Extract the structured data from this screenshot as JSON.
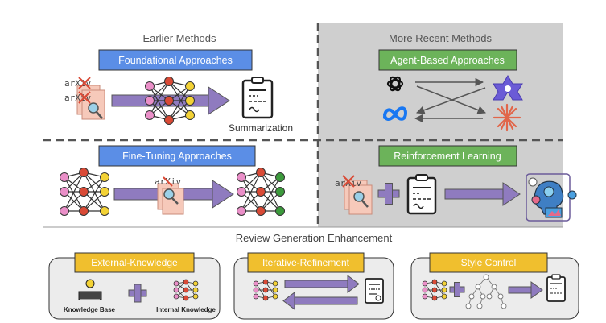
{
  "panels": {
    "earlier_methods": {
      "title": "Earlier Methods",
      "foundational": {
        "label": "Foundational Approaches",
        "caption": "Summarization"
      },
      "fine_tuning": {
        "label": "Fine-Tuning Approaches"
      }
    },
    "recent_methods": {
      "title": "More Recent Methods",
      "agent_based": {
        "label": "Agent-Based Approaches"
      },
      "reinforcement": {
        "label": "Reinforcement Learning"
      }
    }
  },
  "arxiv_text": "arXiv",
  "enhancement": {
    "title": "Review Generation Enhancement",
    "external_knowledge": {
      "label": "External-Knowledge",
      "knowledge_base": "Knowledge Base",
      "internal_knowledge": "Internal Knowledge"
    },
    "iterative_refinement": {
      "label": "Iterative-Refinement"
    },
    "style_control": {
      "label": "Style Control"
    }
  },
  "colors": {
    "blue_box": "#5b8ee6",
    "green_box": "#6cb35a",
    "yellow_box": "#f0bf2e",
    "arrow_purple": "#8f7bbf",
    "gray_panel": "#cfcfcf",
    "light_panel": "#ececec",
    "node_pink": "#ea8fc8",
    "node_red": "#d94a36",
    "node_yellow": "#f3d235",
    "node_green": "#3c9a3c",
    "paper_pink": "#f6c9ba"
  }
}
